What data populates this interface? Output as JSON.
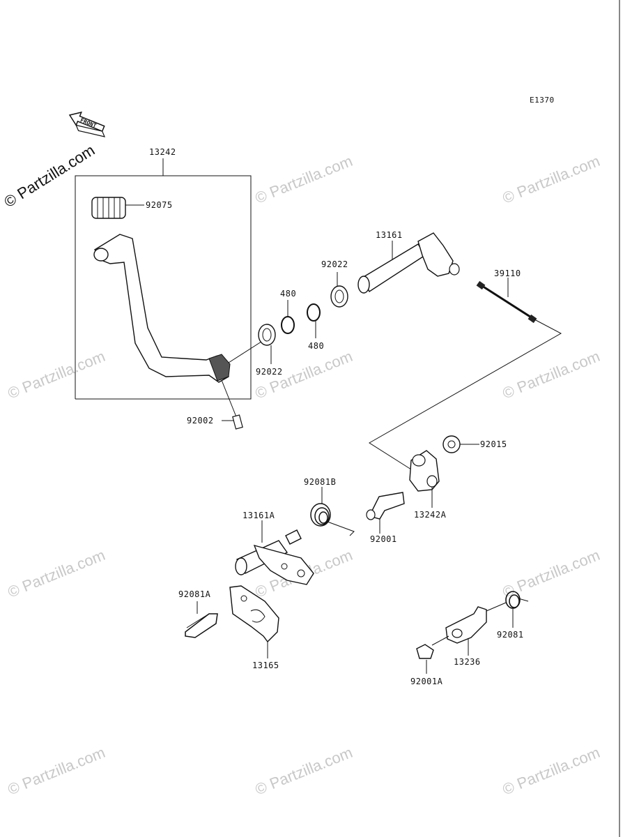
{
  "diagram_code": "E1370",
  "front_label": "FRONT",
  "watermark_main": "© Partzilla.com",
  "watermark_tile": "© Partzilla.com",
  "parts": {
    "p13242": "13242",
    "p92075": "92075",
    "p13161": "13161",
    "p92022_top": "92022",
    "p480_top": "480",
    "p480_bottom": "480",
    "p92022_bottom": "92022",
    "p39110": "39110",
    "p92002": "92002",
    "p92015": "92015",
    "p92081B": "92081B",
    "p13242A": "13242A",
    "p13161A": "13161A",
    "p92001": "92001",
    "p92081A": "92081A",
    "p92081": "92081",
    "p13236": "13236",
    "p13165": "13165",
    "p92001A": "92001A"
  }
}
